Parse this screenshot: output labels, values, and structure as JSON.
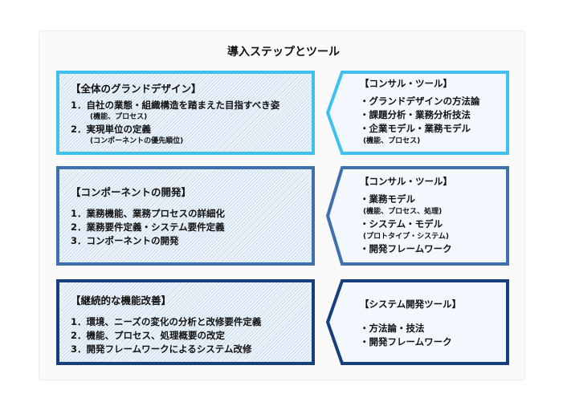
{
  "title": "導入ステップとツール",
  "colors": {
    "row1": "#3fc0ee",
    "row2": "#3f70ad",
    "row3": "#173f7c"
  },
  "rows": [
    {
      "left": {
        "heading": "【全体のグランドデザイン】",
        "lines": [
          {
            "text": "1．自社の業態・組織構造を踏まえた目指すべき姿",
            "sub": "(機能、プロセス)"
          },
          {
            "text": "2．実現単位の定義",
            "sub": "(コンポーネントの優先順位)"
          }
        ]
      },
      "right": {
        "heading": "【コンサル・ツール】",
        "lines": [
          {
            "text": "・グランドデザインの方法論"
          },
          {
            "text": "・課題分析・業務分析技法"
          },
          {
            "text": "・企業モデル・業務モデル",
            "sub": "(機能、プロセス)"
          }
        ]
      }
    },
    {
      "left": {
        "heading": "【コンポーネントの開発】",
        "lines": [
          {
            "text": "1．業務機能、業務プロセスの詳細化"
          },
          {
            "text": "2．業務要件定義・システム要件定義"
          },
          {
            "text": "3．コンポーネントの開発"
          }
        ]
      },
      "right": {
        "heading": "【コンサル・ツール】",
        "lines": [
          {
            "text": "・業務モデル",
            "sub": "(機能、プロセス、処理)"
          },
          {
            "text": "・システム・モデル",
            "sub": "(プロトタイプ・システム)"
          },
          {
            "text": "・開発フレームワーク"
          }
        ]
      }
    },
    {
      "left": {
        "heading": "【継続的な機能改善】",
        "lines": [
          {
            "text": "1．環境、ニーズの変化の分析と改修要件定義"
          },
          {
            "text": "2．機能、プロセス、処理概要の改定"
          },
          {
            "text": "3．開発フレームワークによるシステム改修"
          }
        ]
      },
      "right": {
        "heading": "【システム開発ツール】",
        "lines": [
          {
            "text": "・方法論・技法"
          },
          {
            "text": "・開発フレームワーク"
          }
        ]
      }
    }
  ]
}
